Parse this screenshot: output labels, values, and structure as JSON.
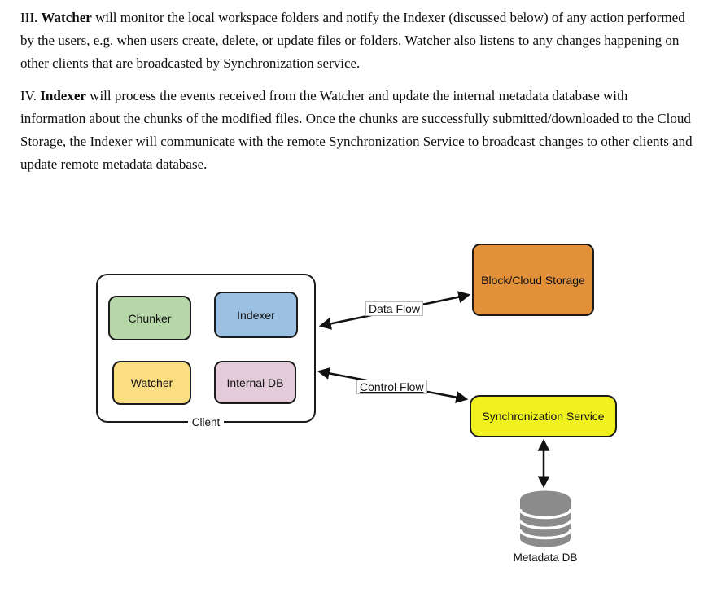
{
  "paragraphs": [
    {
      "numeral": "III.",
      "term": "Watcher",
      "body": " will monitor the local workspace folders and notify the Indexer (discussed below) of any action performed by the users, e.g. when users create, delete, or update files or folders. Watcher also listens to any changes happening on other clients that are broadcasted by Synchronization service."
    },
    {
      "numeral": "IV.",
      "term": "Indexer",
      "body": " will process the events received from the Watcher and update the internal metadata database with information about the chunks of the modified files. Once the chunks are successfully submitted/downloaded to the Cloud Storage, the Indexer will communicate with the remote Synchronization Service to broadcast changes to other clients and update remote metadata database."
    }
  ],
  "diagram": {
    "client": {
      "label": "Client",
      "modules": [
        {
          "label": "Chunker",
          "color": "#b6d7a8"
        },
        {
          "label": "Indexer",
          "color": "#9cc0e2"
        },
        {
          "label": "Watcher",
          "color": "#fbdd82"
        },
        {
          "label": "Internal DB",
          "color": "#e4cbd9"
        }
      ]
    },
    "block_cloud_storage": {
      "label": "Block/Cloud Storage",
      "color": "#e2913a"
    },
    "sync_service": {
      "label": "Synchronization Service",
      "color": "#f1f11f"
    },
    "metadata_db": {
      "label": "Metadata DB",
      "color": "#8b8b8b",
      "icon": "database-cylinder-icon"
    },
    "flows": [
      {
        "label": "Data Flow"
      },
      {
        "label": "Control Flow"
      }
    ],
    "arrow_color": "#111111",
    "border_color": "#1b1b1b"
  }
}
